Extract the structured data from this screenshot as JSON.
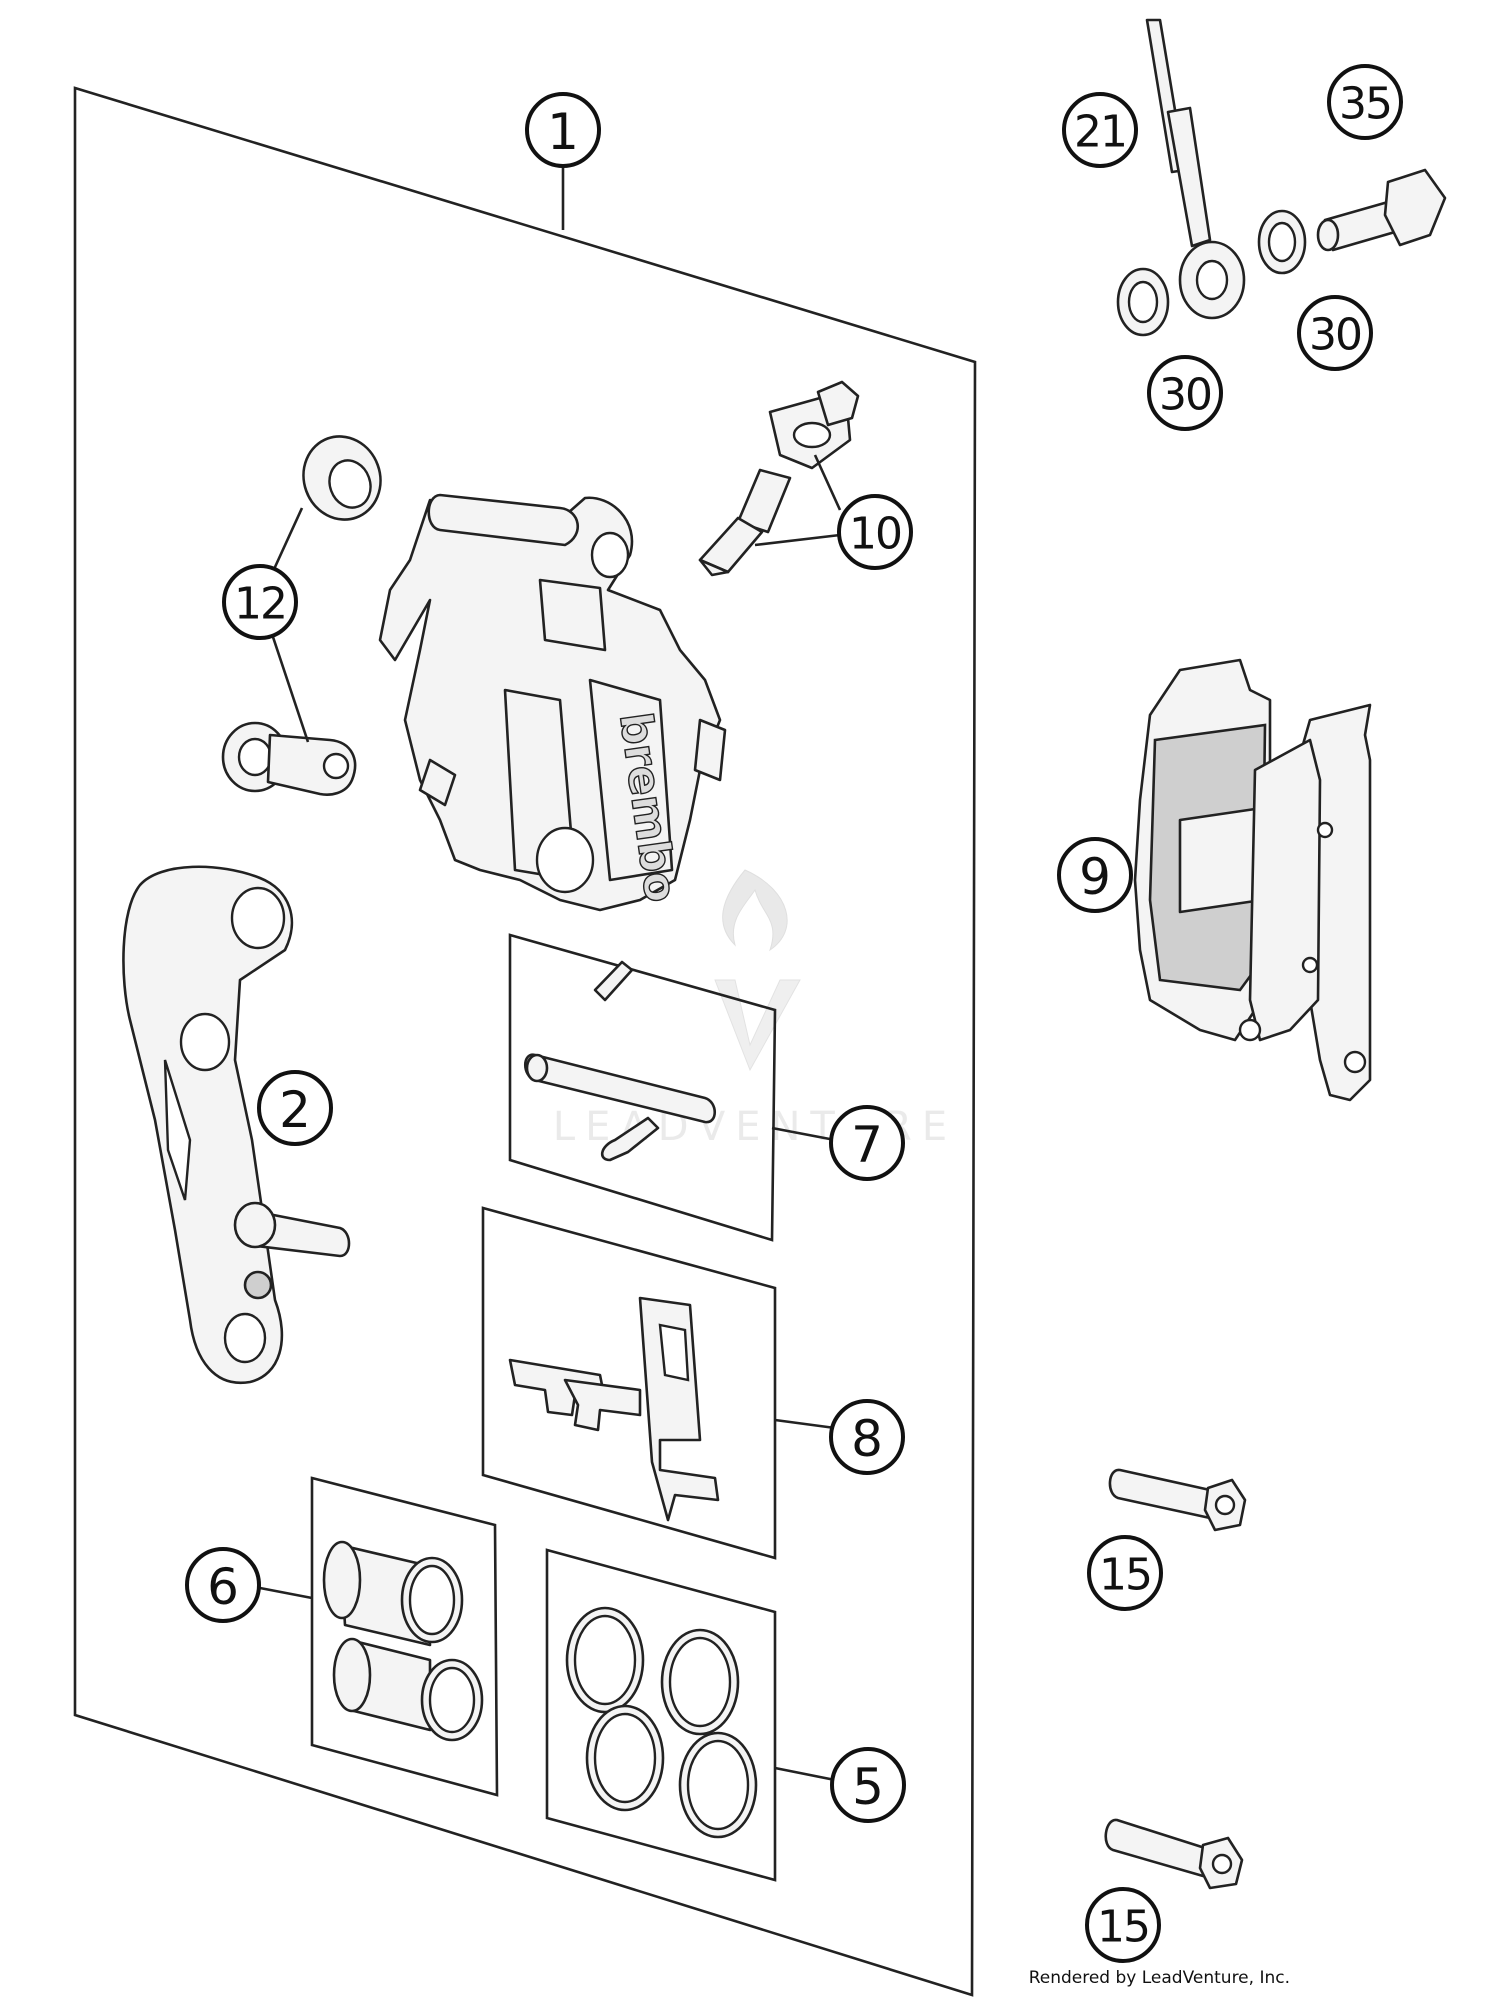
{
  "callouts": {
    "c1": "1",
    "c2": "2",
    "c5": "5",
    "c6": "6",
    "c7": "7",
    "c8": "8",
    "c9": "9",
    "c10": "10",
    "c12": "12",
    "c15a": "15",
    "c15b": "15",
    "c21": "21",
    "c30a": "30",
    "c30b": "30",
    "c35": "35"
  },
  "caliper_brand": "brembo",
  "watermark": "LEADVENTURE",
  "footer": "Rendered by LeadVenture, Inc."
}
